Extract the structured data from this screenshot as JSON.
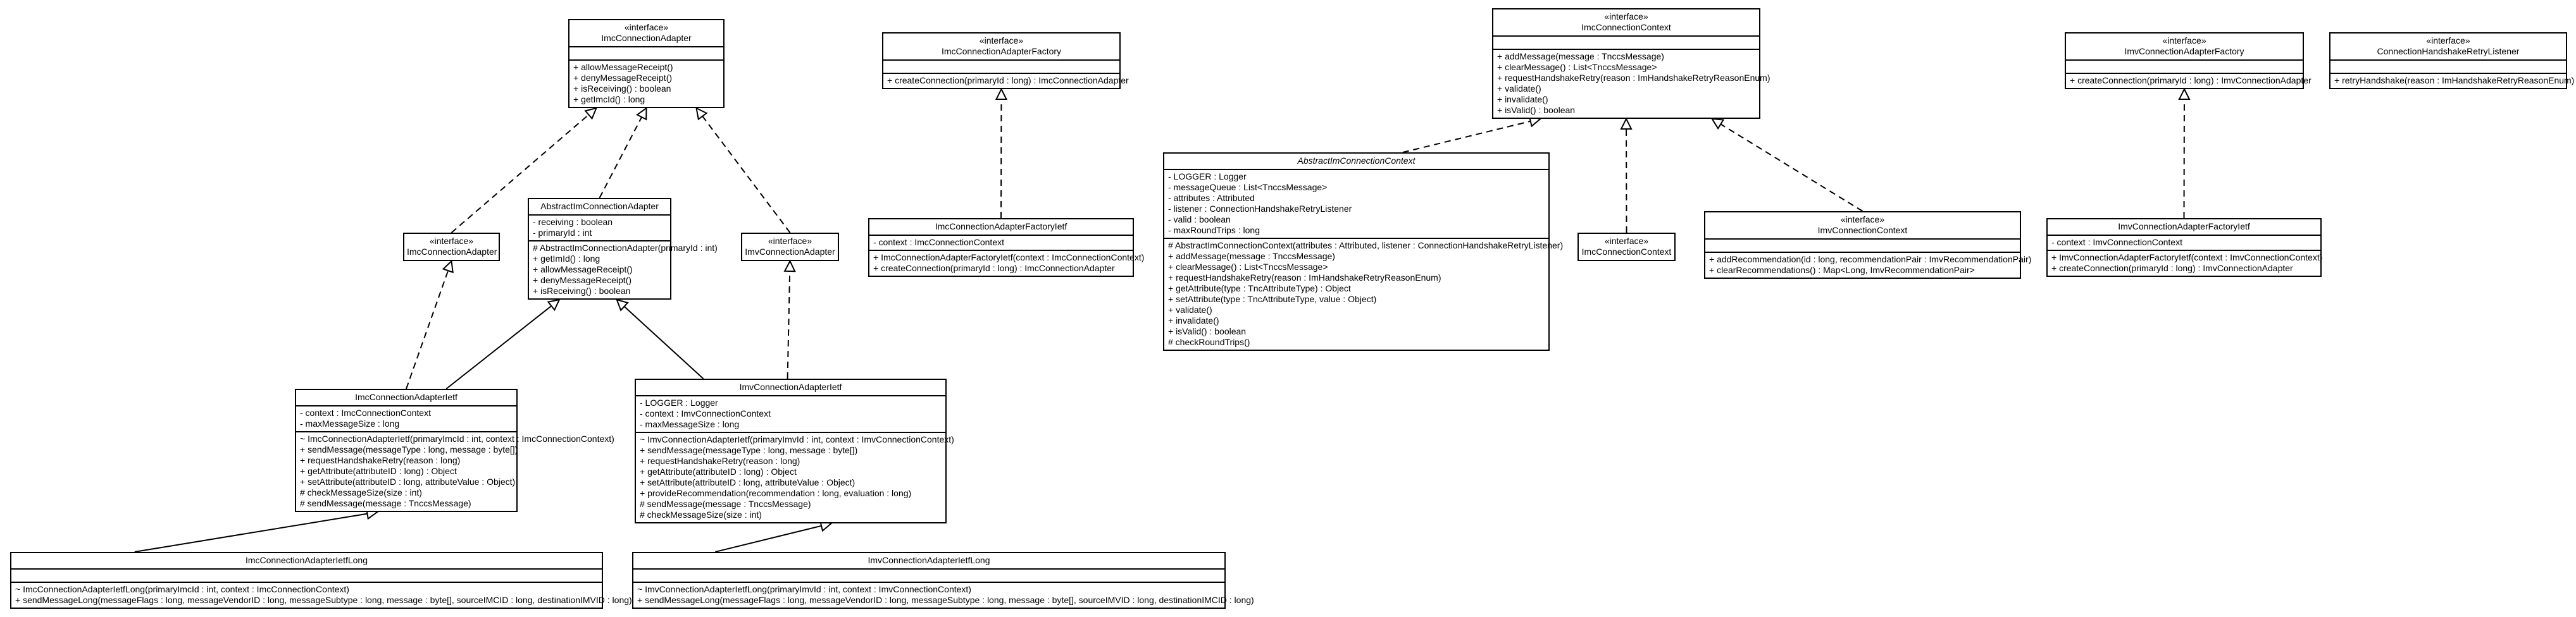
{
  "classes": [
    {
      "id": "ImcConnectionAdapter",
      "stereo": "«interface»",
      "name": "ImcConnectionAdapter",
      "italic": false,
      "attrs": [],
      "ops": [
        "+ allowMessageReceipt()",
        "+ denyMessageReceipt()",
        "+ isReceiving() : boolean",
        "+ getImcId() : long"
      ]
    },
    {
      "id": "ImcConnectionAdapterFactory",
      "stereo": "«interface»",
      "name": "ImcConnectionAdapterFactory",
      "italic": false,
      "attrs": [],
      "ops": [
        "+ createConnection(primaryId : long) : ImcConnectionAdapter"
      ]
    },
    {
      "id": "ImcConnectionContext",
      "stereo": "«interface»",
      "name": "ImcConnectionContext",
      "italic": false,
      "attrs": [],
      "ops": [
        "+ addMessage(message : TnccsMessage)",
        "+ clearMessage() : List<TnccsMessage>",
        "+ requestHandshakeRetry(reason : ImHandshakeRetryReasonEnum)",
        "+ validate()",
        "+ invalidate()",
        "+ isValid() : boolean"
      ]
    },
    {
      "id": "ImvConnectionAdapterFactory",
      "stereo": "«interface»",
      "name": "ImvConnectionAdapterFactory",
      "italic": false,
      "attrs": [],
      "ops": [
        "+ createConnection(primaryId : long) : ImvConnectionAdapter"
      ]
    },
    {
      "id": "ConnectionHandshakeRetryListener",
      "stereo": "«interface»",
      "name": "ConnectionHandshakeRetryListener",
      "italic": false,
      "attrs": [],
      "ops": [
        "+ retryHandshake(reason : ImHandshakeRetryReasonEnum)"
      ]
    },
    {
      "id": "ImcConnectionAdapterIface",
      "stereo": "«interface»",
      "name": "ImcConnectionAdapter",
      "italic": false,
      "attrs": null,
      "ops": null
    },
    {
      "id": "AbstractImConnectionAdapter",
      "stereo": "",
      "name": "AbstractImConnectionAdapter",
      "italic": false,
      "attrs": [
        "- receiving : boolean",
        "- primaryId : int"
      ],
      "ops": [
        "# AbstractImConnectionAdapter(primaryId : int)",
        "+ getImId() : long",
        "+ allowMessageReceipt()",
        "+ denyMessageReceipt()",
        "+ isReceiving() : boolean"
      ]
    },
    {
      "id": "ImvConnectionAdapterIface",
      "stereo": "«interface»",
      "name": "ImvConnectionAdapter",
      "italic": false,
      "attrs": null,
      "ops": null
    },
    {
      "id": "ImcConnectionAdapterFactoryIetf",
      "stereo": "",
      "name": "ImcConnectionAdapterFactoryIetf",
      "italic": false,
      "attrs": [
        "- context : ImcConnectionContext"
      ],
      "ops": [
        "+ ImcConnectionAdapterFactoryIetf(context : ImcConnectionContext)",
        "+ createConnection(primaryId : long) : ImcConnectionAdapter"
      ]
    },
    {
      "id": "AbstractImConnectionContext",
      "stereo": "",
      "name": "AbstractImConnectionContext",
      "italic": true,
      "attrs": [
        "- LOGGER : Logger",
        "- messageQueue : List<TnccsMessage>",
        "- attributes : Attributed",
        "- listener : ConnectionHandshakeRetryListener",
        "- valid : boolean",
        "- maxRoundTrips : long"
      ],
      "ops": [
        "# AbstractImConnectionContext(attributes : Attributed, listener : ConnectionHandshakeRetryListener)",
        "+ addMessage(message : TnccsMessage)",
        "+ clearMessage() : List<TnccsMessage>",
        "+ requestHandshakeRetry(reason : ImHandshakeRetryReasonEnum)",
        "+ getAttribute(type : TncAttributeType) : Object",
        "+ setAttribute(type : TncAttributeType, value : Object)",
        "+ validate()",
        "+ invalidate()",
        "+ isValid() : boolean",
        "# checkRoundTrips()"
      ]
    },
    {
      "id": "ImcConnectionContextIface",
      "stereo": "«interface»",
      "name": "ImcConnectionContext",
      "italic": false,
      "attrs": null,
      "ops": null
    },
    {
      "id": "ImvConnectionContext",
      "stereo": "«interface»",
      "name": "ImvConnectionContext",
      "italic": false,
      "attrs": [],
      "ops": [
        "+ addRecommendation(id : long, recommendationPair : ImvRecommendationPair)",
        "+ clearRecommendations() : Map<Long, ImvRecommendationPair>"
      ]
    },
    {
      "id": "ImvConnectionAdapterFactoryIetf",
      "stereo": "",
      "name": "ImvConnectionAdapterFactoryIetf",
      "italic": false,
      "attrs": [
        "- context : ImvConnectionContext"
      ],
      "ops": [
        "+ ImvConnectionAdapterFactoryIetf(context : ImvConnectionContext)",
        "+ createConnection(primaryId : long) : ImvConnectionAdapter"
      ]
    },
    {
      "id": "ImcConnectionAdapterIetf",
      "stereo": "",
      "name": "ImcConnectionAdapterIetf",
      "italic": false,
      "attrs": [
        "- context : ImcConnectionContext",
        "- maxMessageSize : long"
      ],
      "ops": [
        "~ ImcConnectionAdapterIetf(primaryImcId : int, context : ImcConnectionContext)",
        "+ sendMessage(messageType : long, message : byte[])",
        "+ requestHandshakeRetry(reason : long)",
        "+ getAttribute(attributeID : long) : Object",
        "+ setAttribute(attributeID : long, attributeValue : Object)",
        "# checkMessageSize(size : int)",
        "# sendMessage(message : TnccsMessage)"
      ]
    },
    {
      "id": "ImvConnectionAdapterIetf",
      "stereo": "",
      "name": "ImvConnectionAdapterIetf",
      "italic": false,
      "attrs": [
        "- LOGGER : Logger",
        "- context : ImvConnectionContext",
        "- maxMessageSize : long"
      ],
      "ops": [
        "~ ImvConnectionAdapterIetf(primaryImvId : int, context : ImvConnectionContext)",
        "+ sendMessage(messageType : long, message : byte[])",
        "+ requestHandshakeRetry(reason : long)",
        "+ getAttribute(attributeID : long) : Object",
        "+ setAttribute(attributeID : long, attributeValue : Object)",
        "+ provideRecommendation(recommendation : long, evaluation : long)",
        "# sendMessage(message : TnccsMessage)",
        "# checkMessageSize(size : int)"
      ]
    },
    {
      "id": "ImcConnectionAdapterIetfLong",
      "stereo": "",
      "name": "ImcConnectionAdapterIetfLong",
      "italic": false,
      "attrs": [],
      "ops": [
        "~ ImcConnectionAdapterIetfLong(primaryImcId : int, context : ImcConnectionContext)",
        "+ sendMessageLong(messageFlags : long, messageVendorID : long, messageSubtype : long, message : byte[], sourceIMCID : long, destinationIMVID : long)"
      ]
    },
    {
      "id": "ImvConnectionAdapterIetfLong",
      "stereo": "",
      "name": "ImvConnectionAdapterIetfLong",
      "italic": false,
      "attrs": [],
      "ops": [
        "~ ImvConnectionAdapterIetfLong(primaryImvId : int, context : ImvConnectionContext)",
        "+ sendMessageLong(messageFlags : long, messageVendorID : long, messageSubtype : long, message : byte[], sourceIMVID : long, destinationIMCID : long)"
      ]
    }
  ],
  "relations": [
    {
      "from": "ImcConnectionAdapterIface",
      "to": "ImcConnectionAdapter",
      "kind": "realization"
    },
    {
      "from": "AbstractImConnectionAdapter",
      "to": "ImcConnectionAdapter",
      "kind": "realization"
    },
    {
      "from": "ImvConnectionAdapterIface",
      "to": "ImcConnectionAdapter",
      "kind": "realization"
    },
    {
      "from": "ImcConnectionAdapterFactoryIetf",
      "to": "ImcConnectionAdapterFactory",
      "kind": "realization"
    },
    {
      "from": "AbstractImConnectionContext",
      "to": "ImcConnectionContext",
      "kind": "realization"
    },
    {
      "from": "ImcConnectionContextIface",
      "to": "ImcConnectionContext",
      "kind": "realization"
    },
    {
      "from": "ImvConnectionContext",
      "to": "ImcConnectionContext",
      "kind": "realization"
    },
    {
      "from": "ImvConnectionAdapterFactoryIetf",
      "to": "ImvConnectionAdapterFactory",
      "kind": "realization"
    },
    {
      "from": "ImcConnectionAdapterIetf",
      "to": "ImcConnectionAdapterIface",
      "kind": "realization"
    },
    {
      "from": "ImcConnectionAdapterIetf",
      "to": "AbstractImConnectionAdapter",
      "kind": "generalization"
    },
    {
      "from": "ImvConnectionAdapterIetf",
      "to": "AbstractImConnectionAdapter",
      "kind": "generalization"
    },
    {
      "from": "ImvConnectionAdapterIetf",
      "to": "ImvConnectionAdapterIface",
      "kind": "realization"
    },
    {
      "from": "ImcConnectionAdapterIetfLong",
      "to": "ImcConnectionAdapterIetf",
      "kind": "generalization"
    },
    {
      "from": "ImvConnectionAdapterIetfLong",
      "to": "ImvConnectionAdapterIetf",
      "kind": "generalization"
    }
  ]
}
